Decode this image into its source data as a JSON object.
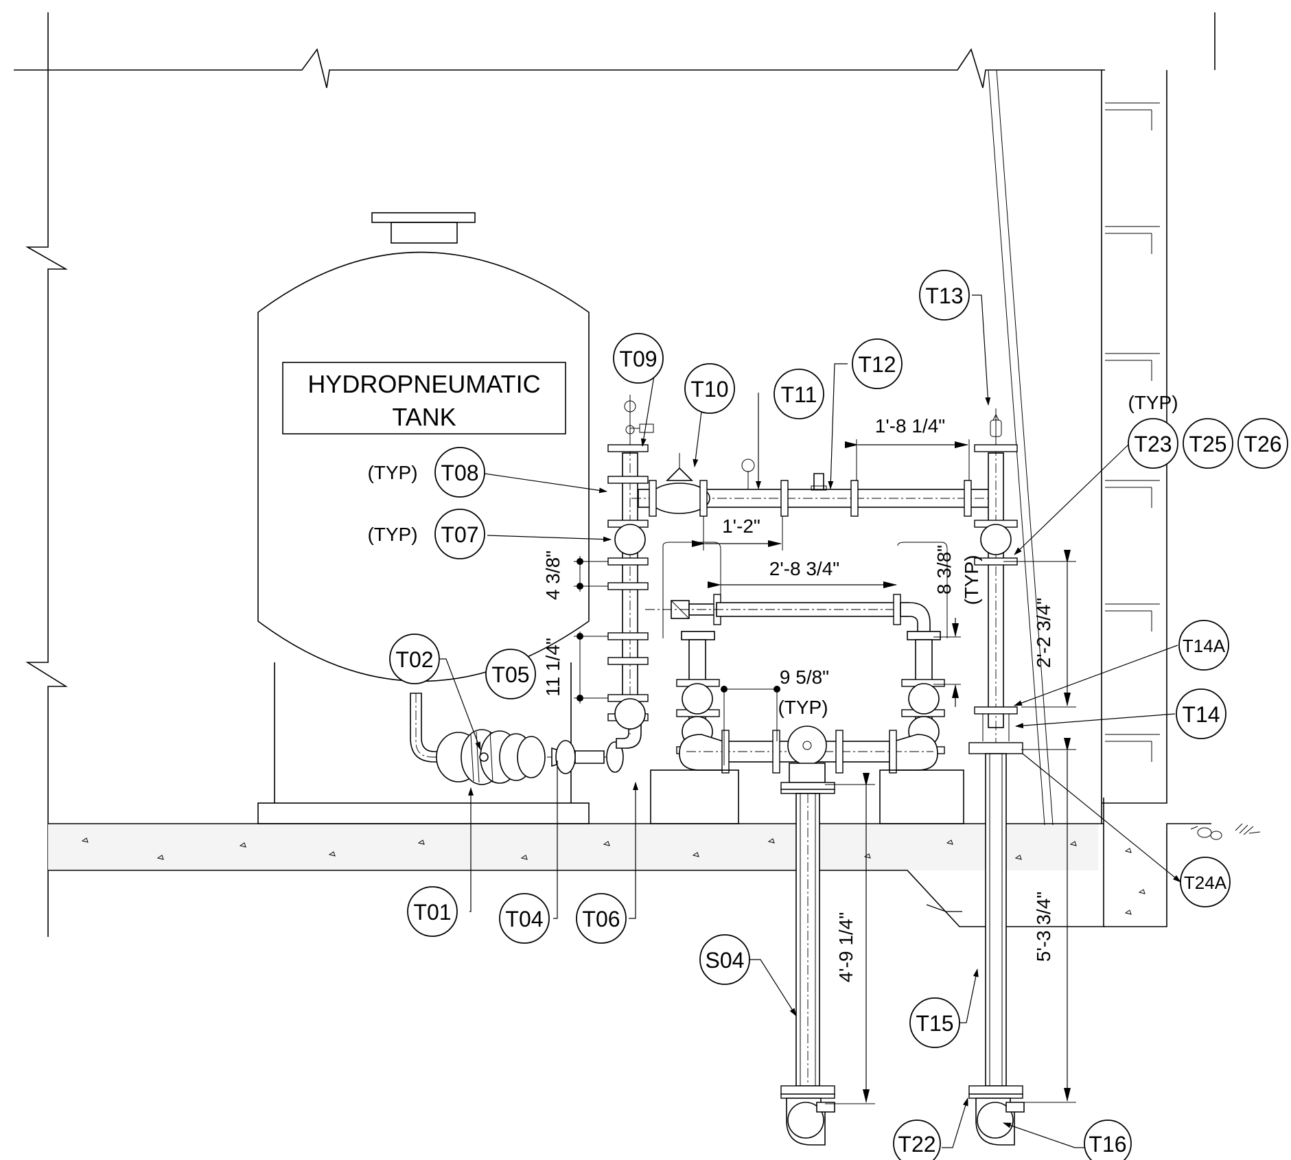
{
  "tank": {
    "line1": "HYDROPNEUMATIC",
    "line2": "TANK"
  },
  "tags": {
    "t01": "T01",
    "t02": "T02",
    "t04": "T04",
    "t05": "T05",
    "t06": "T06",
    "t07": "T07",
    "t08": "T08",
    "t09": "T09",
    "t10": "T10",
    "t11": "T11",
    "t12": "T12",
    "t13": "T13",
    "t14": "T14",
    "t14a": "T14A",
    "t15": "T15",
    "t16": "T16",
    "t22": "T22",
    "t23": "T23",
    "t24a": "T24A",
    "t25": "T25",
    "t26": "T26",
    "s04": "S04"
  },
  "notes": {
    "typ": "(TYP)"
  },
  "dims": {
    "d1_8_1_4": "1'-8 1/4\"",
    "d1_2": "1'-2\"",
    "d2_8_3_4": "2'-8 3/4\"",
    "d4_3_8": "4 3/8\"",
    "d11_1_4": "11 1/4\"",
    "d9_5_8": "9 5/8\"",
    "d8_3_8": "8 3/8\"",
    "d2_2_3_4": "2'-2 3/4\"",
    "d4_9_1_4": "4'-9 1/4\"",
    "d5_3_3_4": "5'-3 3/4\""
  }
}
